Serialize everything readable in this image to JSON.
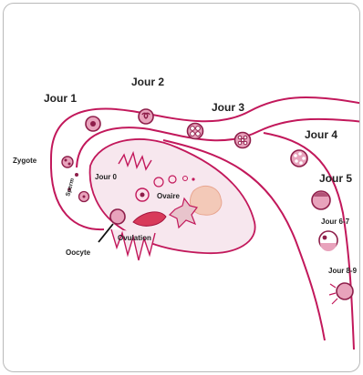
{
  "colors": {
    "outline": "#c2185b",
    "pink_fill": "#f7e7ee",
    "cell_fill": "#e8a3bc",
    "cell_dark": "#8e1e4a",
    "tissue": "#f3c9b8",
    "blood": "#d83a5a",
    "star": "#e8c4cc"
  },
  "labels": {
    "jour1": "Jour 1",
    "jour2": "Jour 2",
    "jour3": "Jour 3",
    "jour4": "Jour 4",
    "jour5": "Jour 5",
    "jour67": "Jour 6-7",
    "jour89": "Jour 8-9",
    "zygote": "Zygote",
    "jour0": "Jour 0",
    "ovaire": "Ovaire",
    "ovulation": "Ovulation",
    "oocyte": "Oocyte",
    "sperm": "Sperm"
  }
}
